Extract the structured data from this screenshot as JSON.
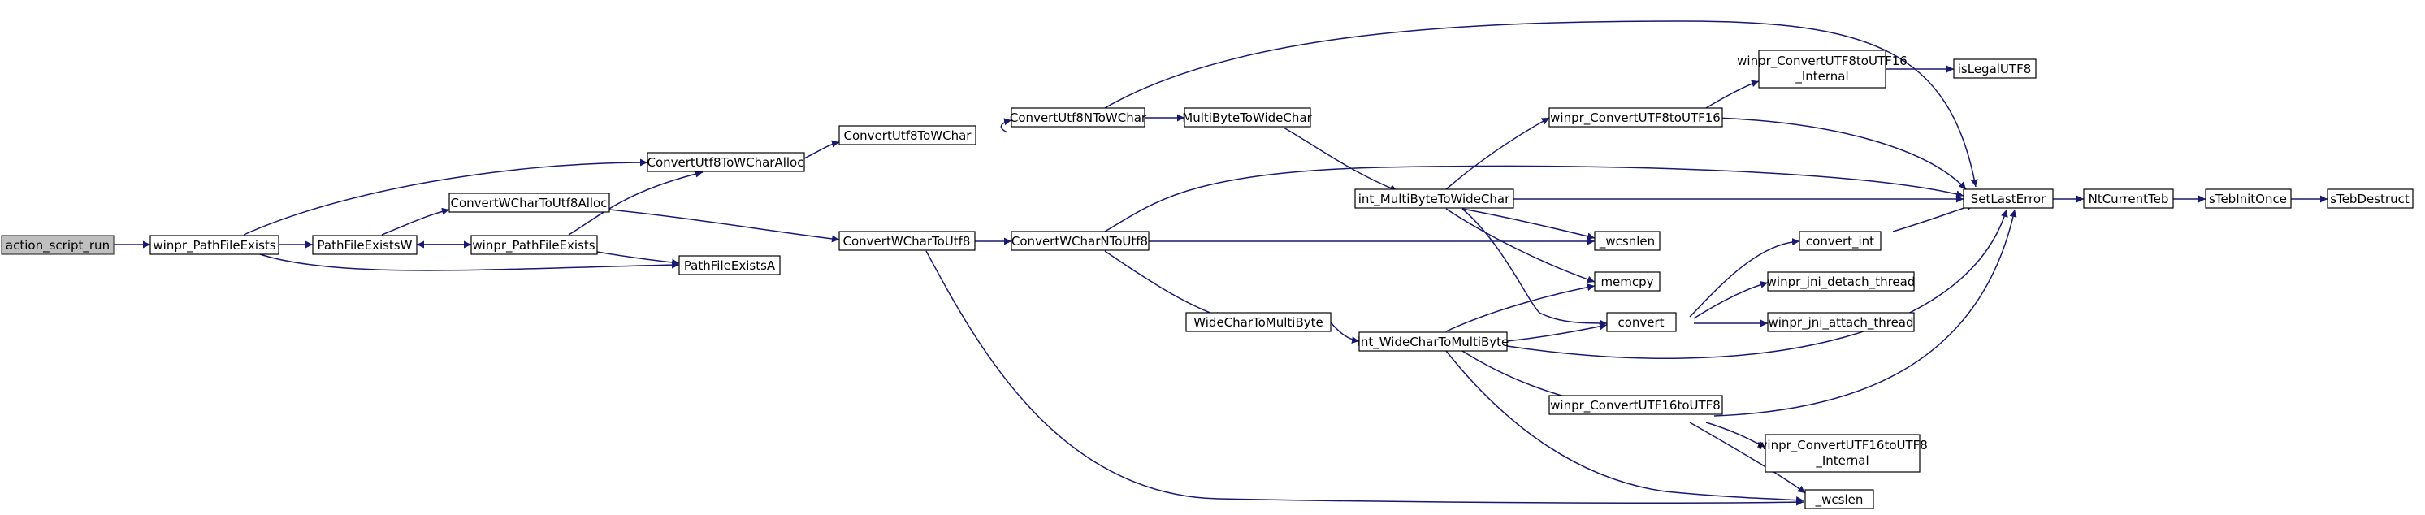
{
  "nodes": {
    "action_script_run": "action_script_run",
    "winpr_PathFileExists": "winpr_PathFileExists",
    "PathFileExistsW": "PathFileExistsW",
    "ConvertWCharToUtf8Alloc": "ConvertWCharToUtf8Alloc",
    "winpr_PathFileExists2": "winpr_PathFileExists",
    "PathFileExistsA": "PathFileExistsA",
    "ConvertUtf8ToWCharAlloc": "ConvertUtf8ToWCharAlloc",
    "ConvertUtf8ToWChar": "ConvertUtf8ToWChar",
    "ConvertUtf8NToWChar": "ConvertUtf8NToWChar",
    "MultiByteToWideChar": "MultiByteToWideChar",
    "ConvertWCharToUtf8": "ConvertWCharToUtf8",
    "ConvertWCharNToUtf8": "ConvertWCharNToUtf8",
    "WideCharToMultiByte": "WideCharToMultiByte",
    "int_MultiByteToWideChar": "int_MultiByteToWideChar",
    "int_WideCharToMultiByte": "int_WideCharToMultiByte",
    "winpr_ConvertUTF8toUTF16": "winpr_ConvertUTF8toUTF16",
    "winpr_ConvertUTF8toUTF16_Internal_1": "winpr_ConvertUTF8toUTF16",
    "winpr_ConvertUTF8toUTF16_Internal_2": "_Internal",
    "isLegalUTF8": "isLegalUTF8",
    "_wcsnlen": "_wcsnlen",
    "memcpy": "memcpy",
    "convert": "convert",
    "convert_int": "convert_int",
    "winpr_jni_detach_thread": "winpr_jni_detach_thread",
    "winpr_jni_attach_thread": "winpr_jni_attach_thread",
    "winpr_ConvertUTF16toUTF8": "winpr_ConvertUTF16toUTF8",
    "winpr_ConvertUTF16toUTF8_Internal_1": "winpr_ConvertUTF16toUTF8",
    "winpr_ConvertUTF16toUTF8_Internal_2": "_Internal",
    "_wcslen": "_wcslen",
    "SetLastError": "SetLastError",
    "NtCurrentTeb": "NtCurrentTeb",
    "sTebInitOnce": "sTebInitOnce",
    "sTebDestruct": "sTebDestruct"
  },
  "colors": {
    "edge": "#191970",
    "root_fill": "#bfbfbf",
    "node_fill": "#ffffff",
    "node_border": "#000000"
  }
}
